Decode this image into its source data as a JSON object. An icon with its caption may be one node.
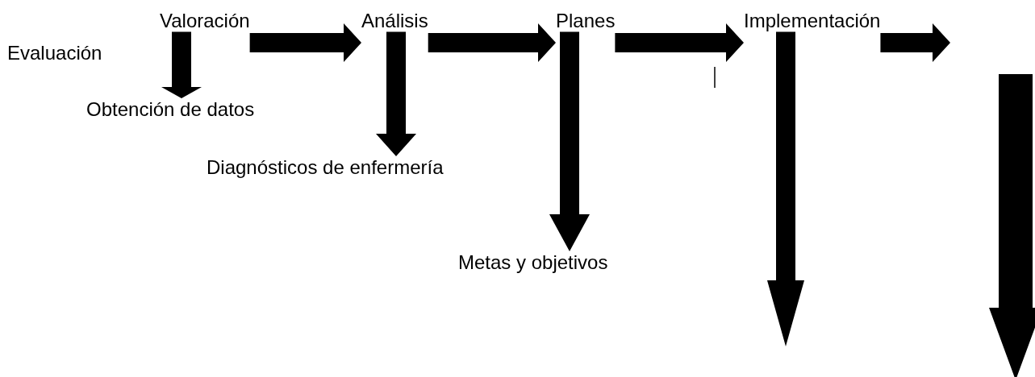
{
  "diagram": {
    "nodes": [
      {
        "text": [
          "Evaluación"
        ]
      },
      {
        "text": [
          "Valoración"
        ]
      },
      {
        "text": [
          "Análisis"
        ]
      },
      {
        "text": [
          "Planes"
        ]
      },
      {
        "text": [
          "Implementación"
        ]
      },
      {
        "text": [
          "Obtención de datos"
        ]
      },
      {
        "text": [
          "Diagnósticos de enfermería"
        ]
      },
      {
        "text": [
          "Metas y objetivos"
        ]
      }
    ],
    "edges": [
      {
        "from": 1,
        "to": 2,
        "arrow": "to"
      },
      {
        "from": 2,
        "to": 3,
        "arrow": "to"
      },
      {
        "from": 3,
        "to": 4,
        "arrow": "to"
      },
      {
        "from": 4,
        "to": null,
        "arrow": "to"
      },
      {
        "from": 1,
        "to": 5,
        "arrow": "to"
      },
      {
        "from": 2,
        "to": 6,
        "arrow": "to"
      },
      {
        "from": 3,
        "to": 7,
        "arrow": "to"
      },
      {
        "from": 4,
        "to": null,
        "arrow": "to"
      }
    ]
  }
}
